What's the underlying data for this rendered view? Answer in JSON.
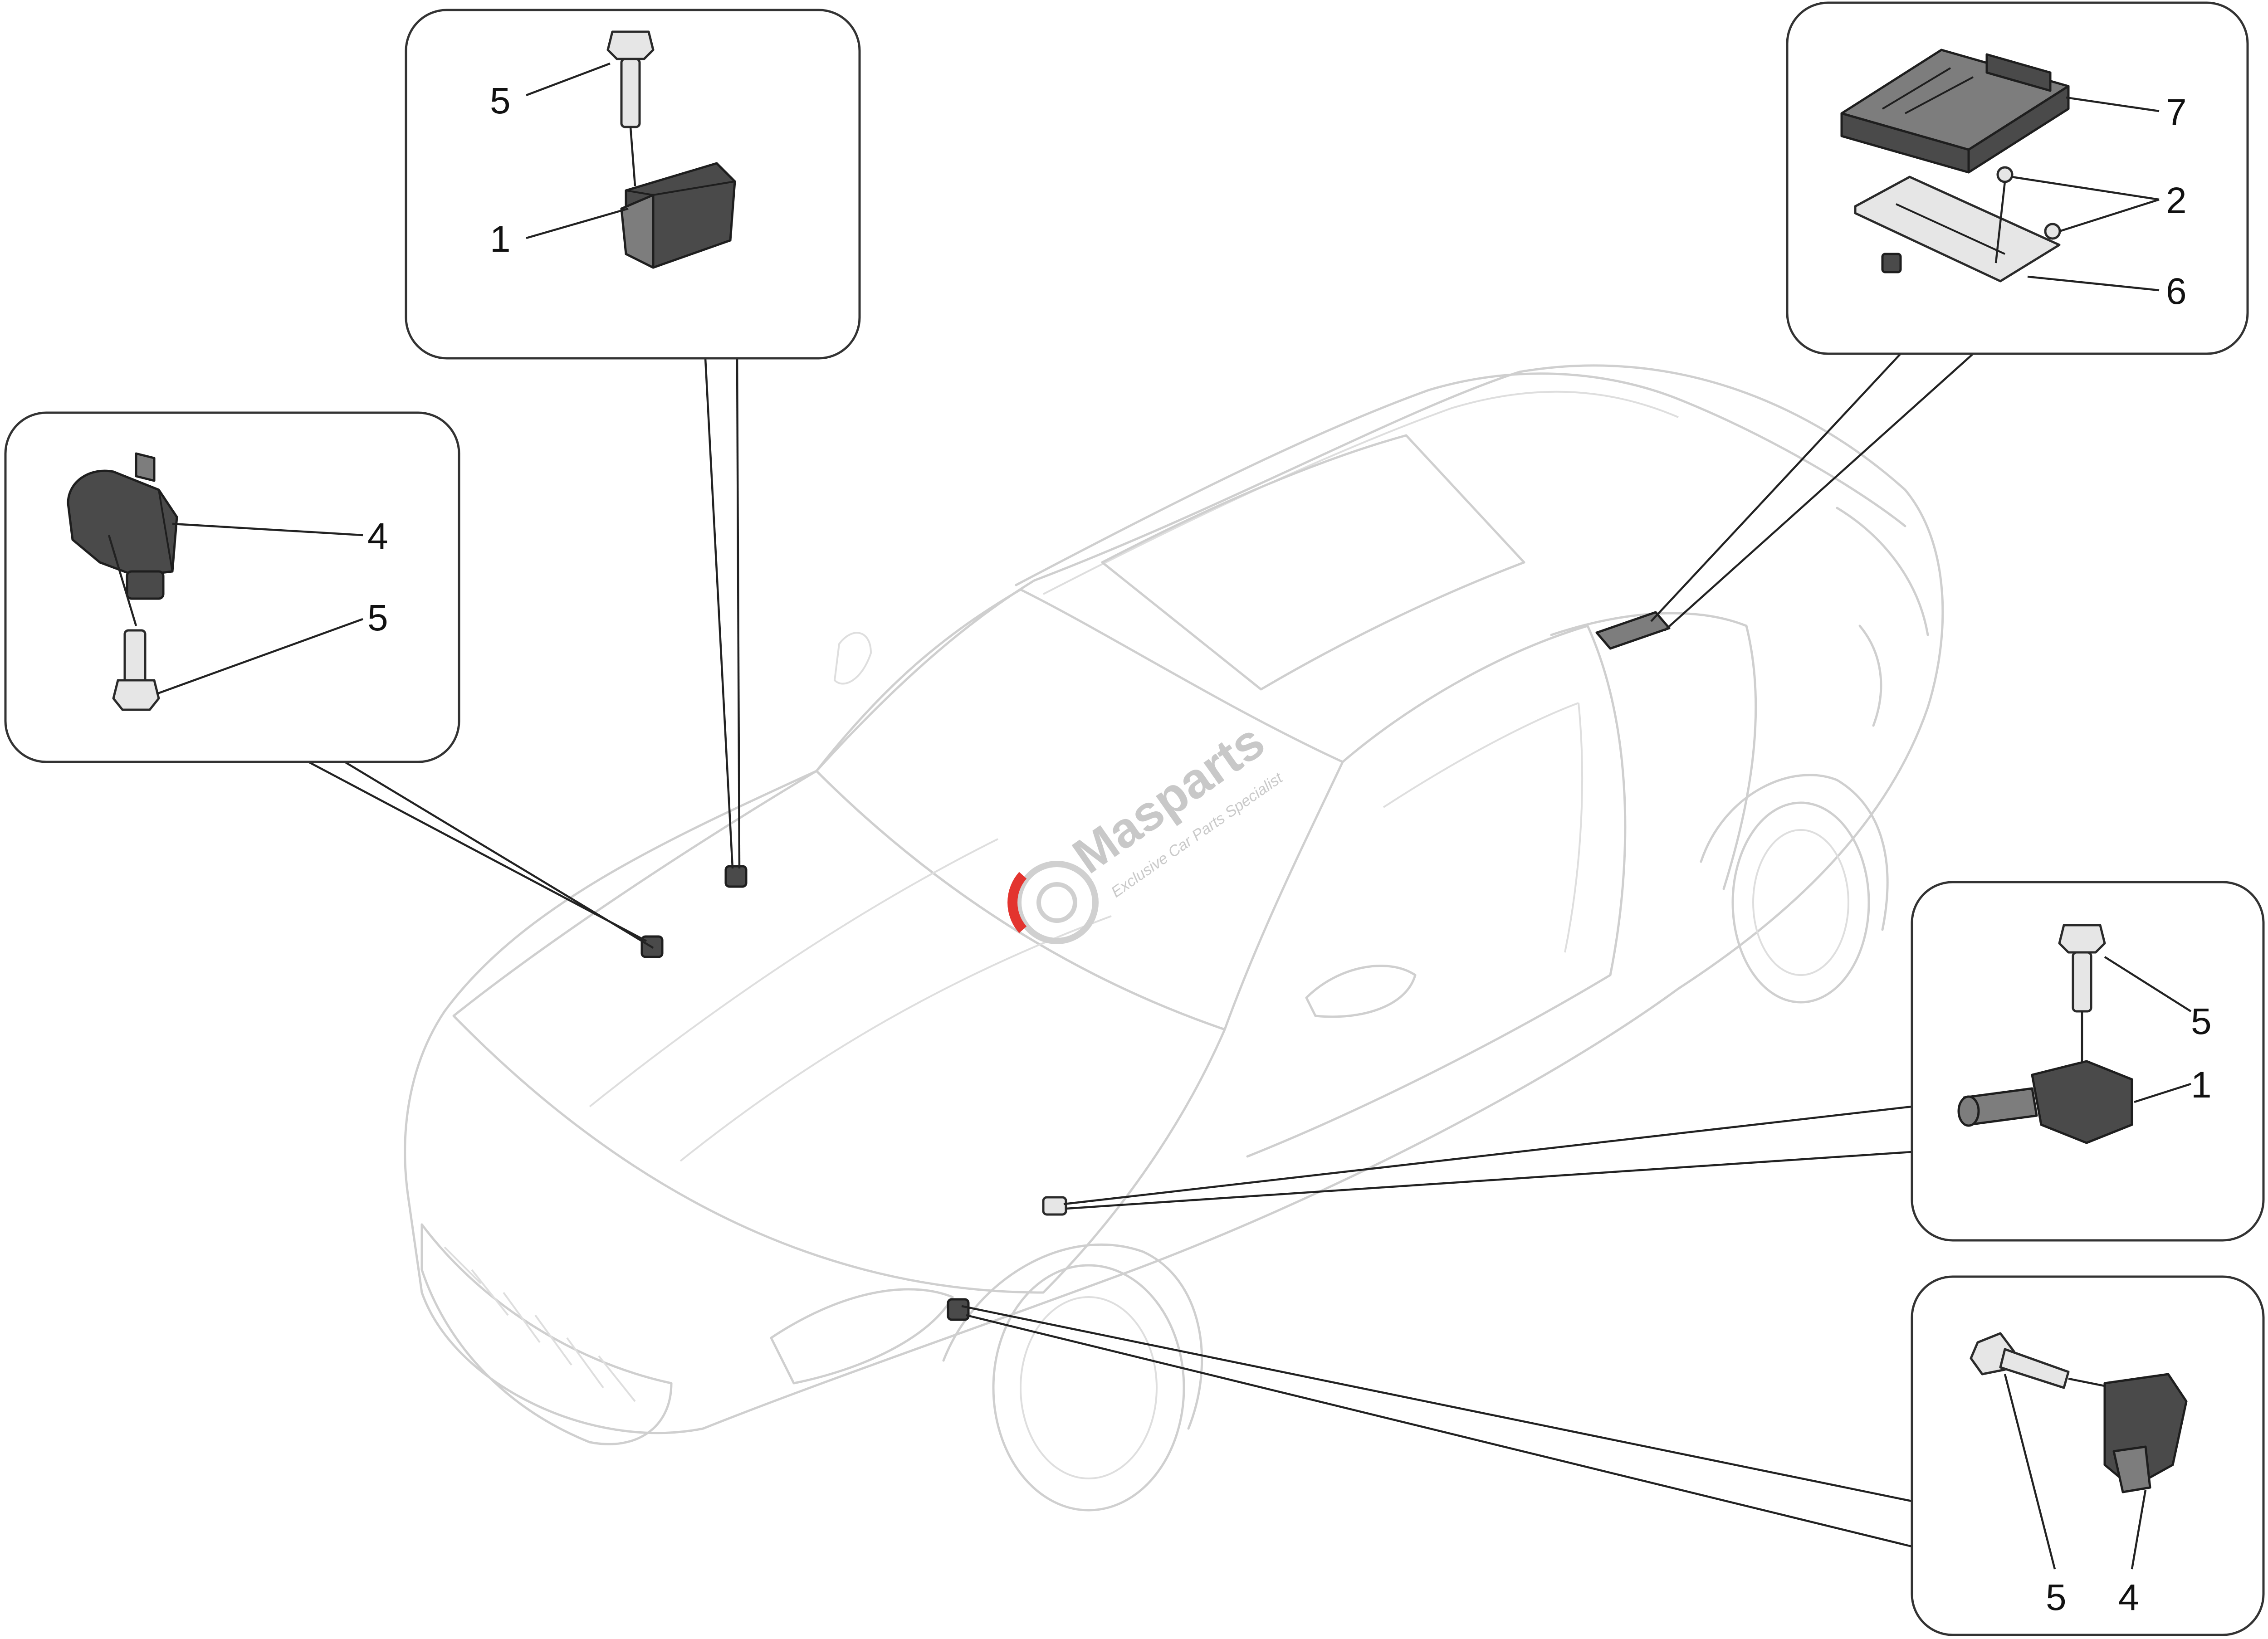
{
  "callouts": {
    "top_center": {
      "bolt": "5",
      "sensor": "1"
    },
    "left": {
      "sensor": "4",
      "bolt": "5"
    },
    "top_right": {
      "control_unit": "7",
      "screws": "2",
      "bracket": "6"
    },
    "right_middle": {
      "bolt": "5",
      "sensor": "1"
    },
    "bottom_right": {
      "bolt": "5",
      "sensor": "4"
    }
  },
  "watermark": {
    "brand": "Masparts",
    "tagline": "Exclusive Car Parts Specialist",
    "logo": "brake-disc-logo"
  },
  "colors": {
    "car_outline": "#cfcfcf",
    "part_fill": "#4a4a4a",
    "leader_line": "#222222",
    "logo_accent": "#e3342f"
  }
}
